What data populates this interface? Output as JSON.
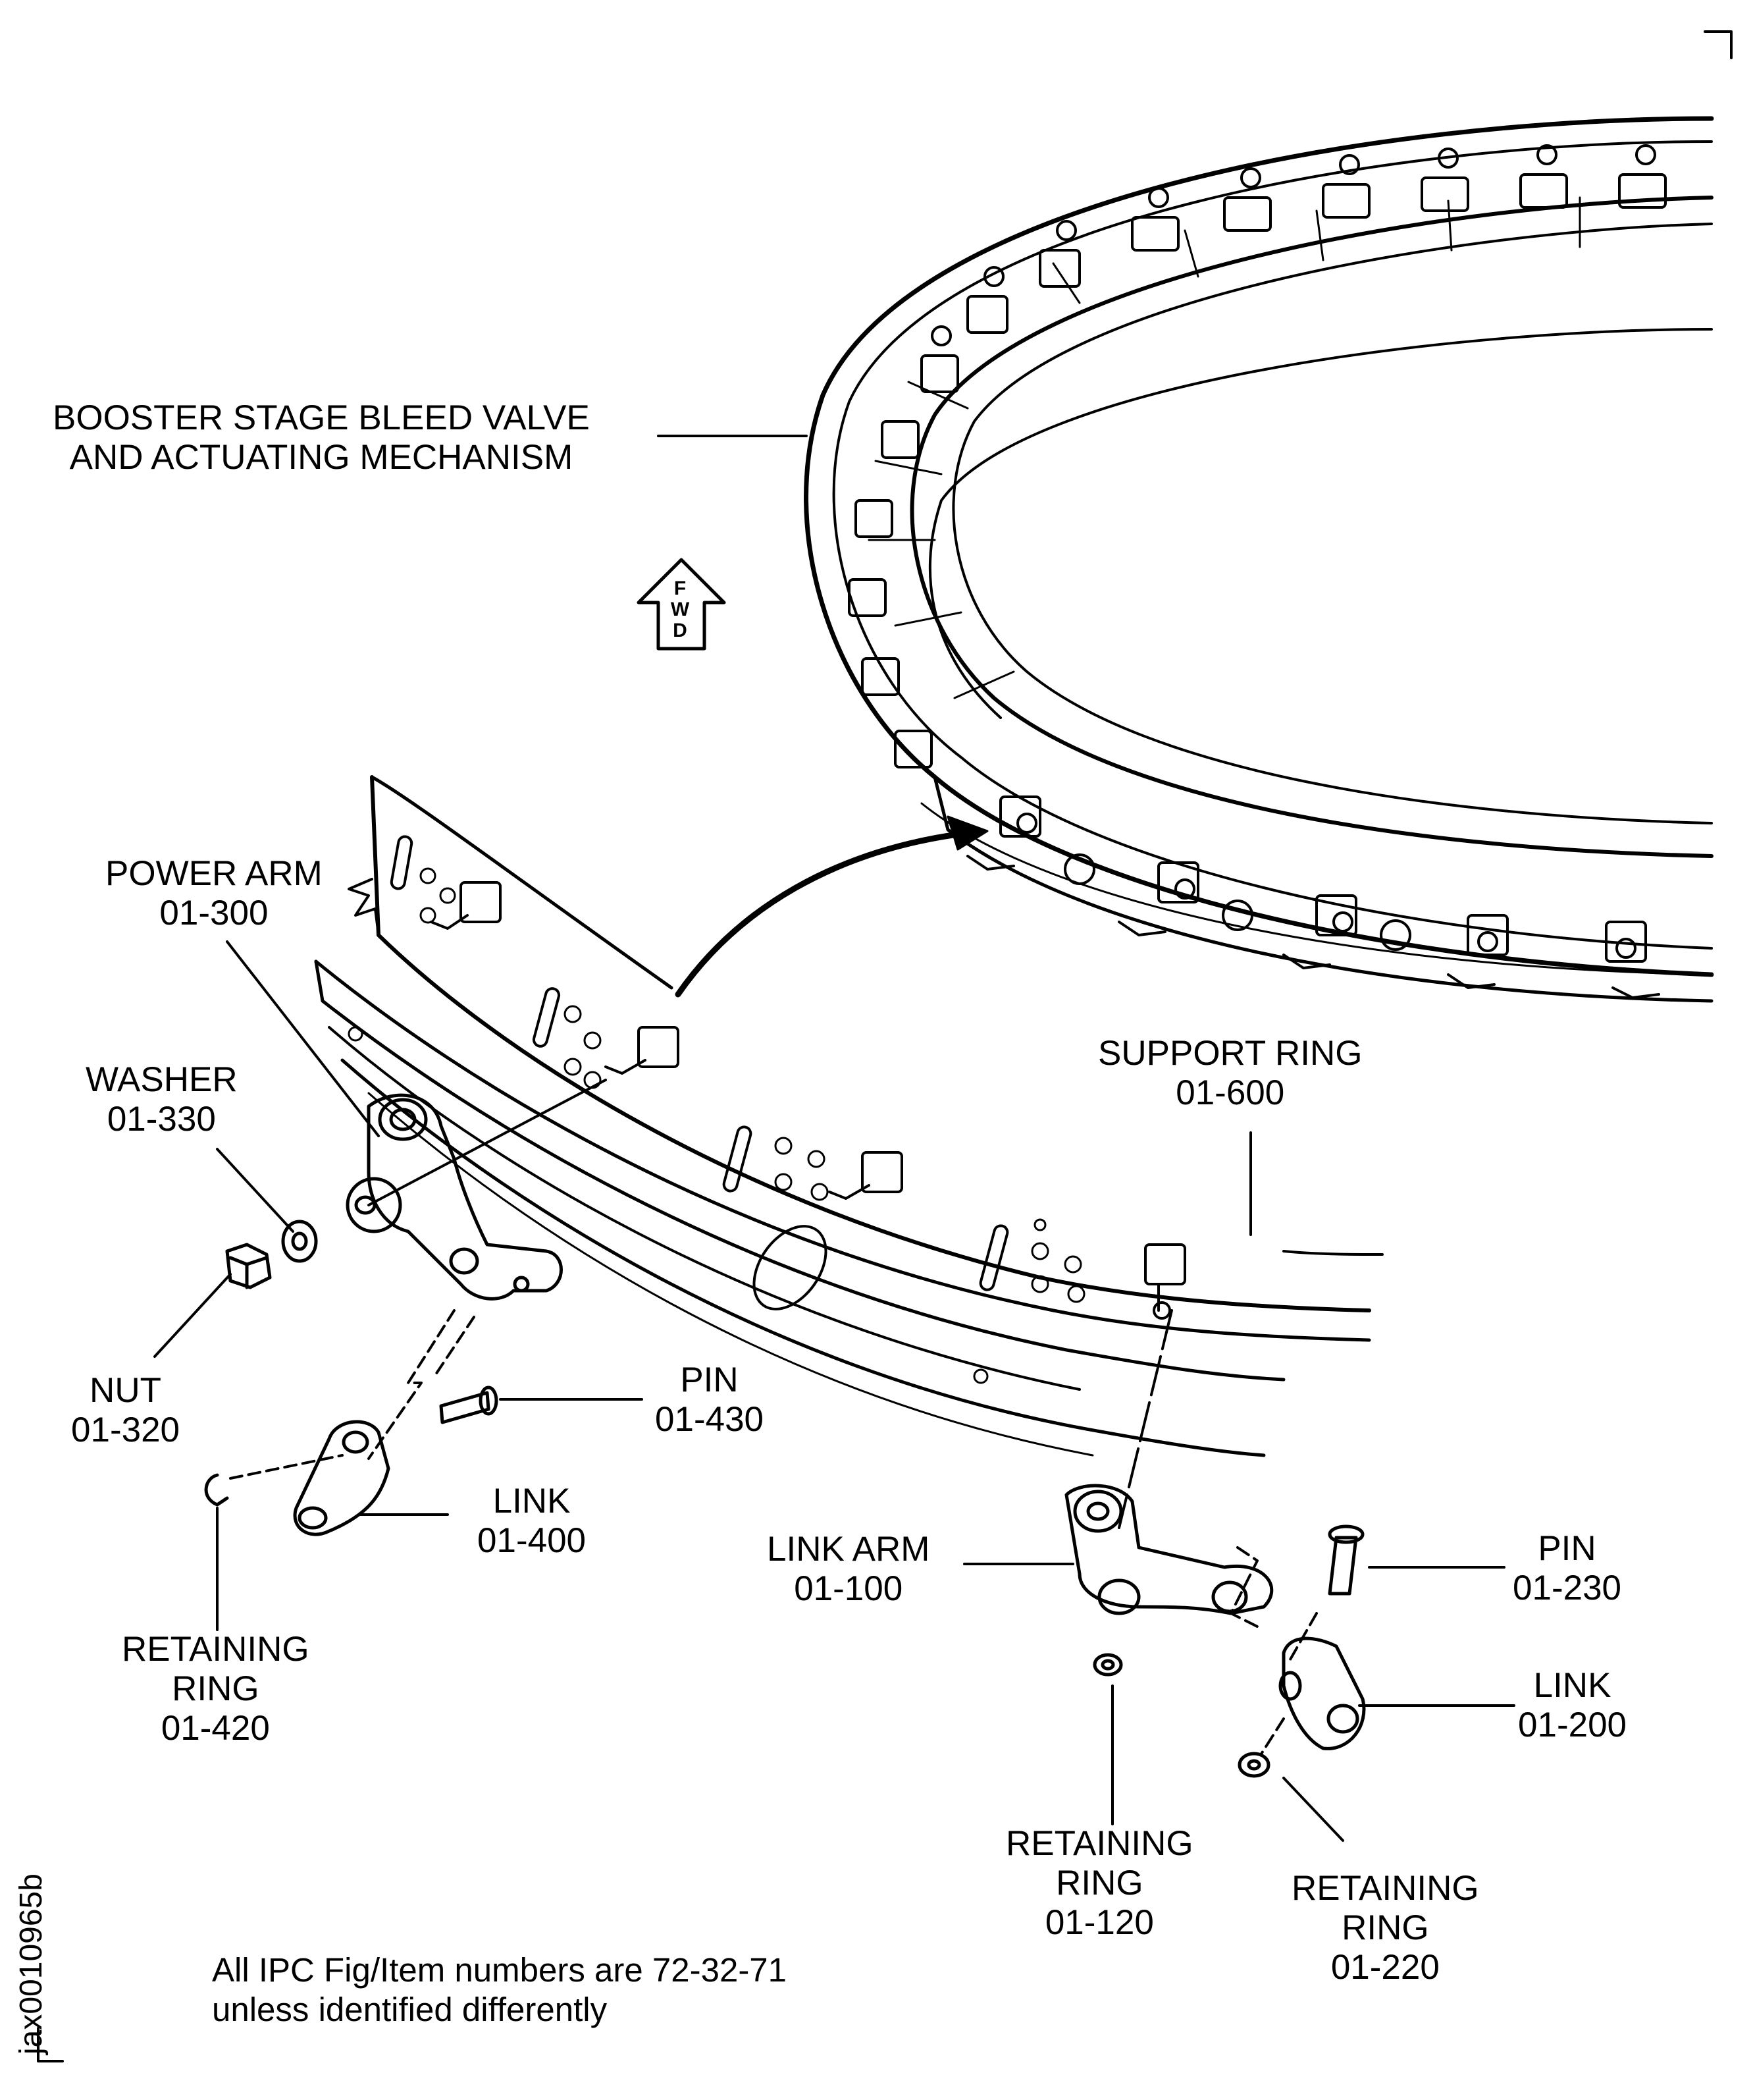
{
  "labels": {
    "booster": [
      "BOOSTER STAGE BLEED VALVE",
      "AND ACTUATING MECHANISM"
    ],
    "power_arm": [
      "POWER ARM",
      "01-300"
    ],
    "washer": [
      "WASHER",
      "01-330"
    ],
    "nut": [
      "NUT",
      "01-320"
    ],
    "pin_430": [
      "PIN",
      "01-430"
    ],
    "link_400": [
      "LINK",
      "01-400"
    ],
    "retaining_ring_420": [
      "RETAINING",
      "RING",
      "01-420"
    ],
    "support_ring": [
      "SUPPORT RING",
      "01-600"
    ],
    "link_arm": [
      "LINK ARM",
      "01-100"
    ],
    "pin_230": [
      "PIN",
      "01-230"
    ],
    "link_200": [
      "LINK",
      "01-200"
    ],
    "retaining_ring_120": [
      "RETAINING",
      "RING",
      "01-120"
    ],
    "retaining_ring_220": [
      "RETAINING",
      "RING",
      "01-220"
    ]
  },
  "fwd_arrow": {
    "letters": [
      "F",
      "W",
      "D"
    ]
  },
  "note": [
    "All IPC Fig/Item numbers are 72-32-71",
    "unless identified differently"
  ],
  "figure_id": "jax0010965b"
}
